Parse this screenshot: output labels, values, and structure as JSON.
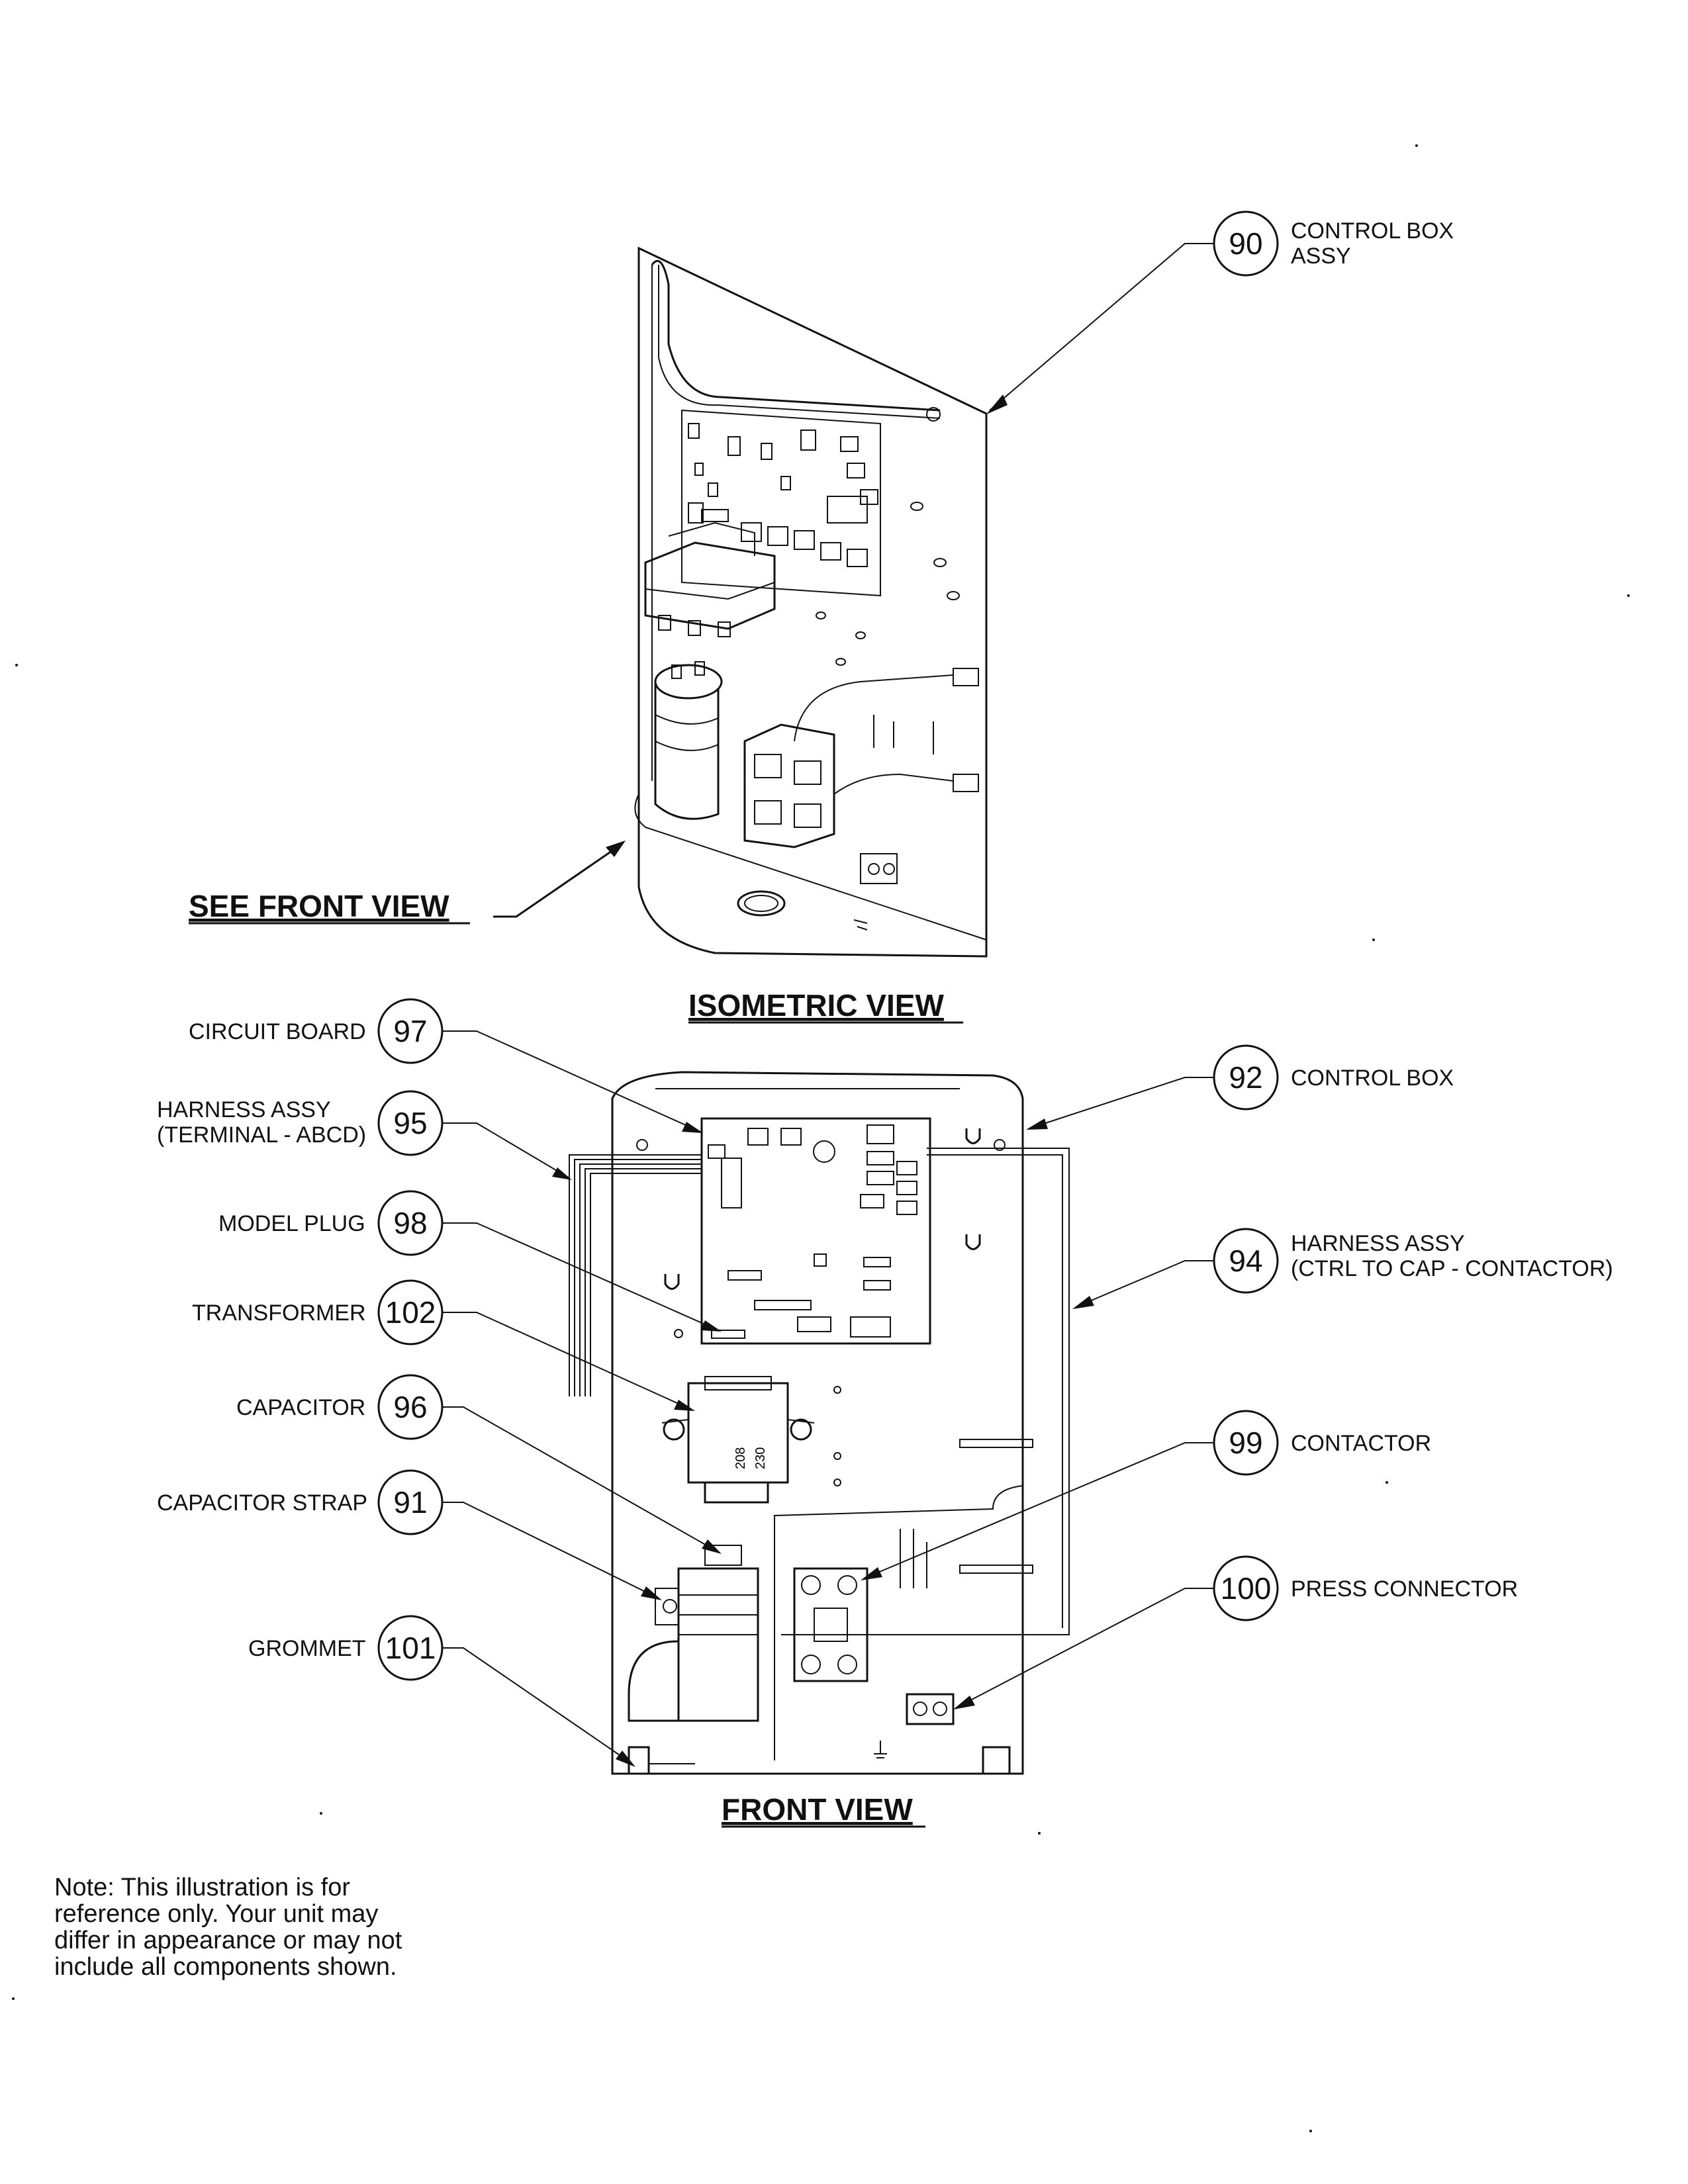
{
  "views": {
    "isometric_title": "ISOMETRIC VIEW",
    "front_title": "FRONT VIEW",
    "see_front_view": "SEE FRONT VIEW"
  },
  "callouts": [
    {
      "num": "90",
      "label_lines": [
        "CONTROL BOX",
        "ASSY"
      ]
    },
    {
      "num": "97",
      "label_lines": [
        "CIRCUIT BOARD"
      ]
    },
    {
      "num": "95",
      "label_lines": [
        "HARNESS ASSY",
        "(TERMINAL - ABCD)"
      ]
    },
    {
      "num": "98",
      "label_lines": [
        "MODEL PLUG"
      ]
    },
    {
      "num": "102",
      "label_lines": [
        "TRANSFORMER"
      ]
    },
    {
      "num": "96",
      "label_lines": [
        "CAPACITOR"
      ]
    },
    {
      "num": "91",
      "label_lines": [
        "CAPACITOR STRAP"
      ]
    },
    {
      "num": "101",
      "label_lines": [
        "GROMMET"
      ]
    },
    {
      "num": "92",
      "label_lines": [
        "CONTROL BOX"
      ]
    },
    {
      "num": "94",
      "label_lines": [
        "HARNESS ASSY",
        "(CTRL TO CAP - CONTACTOR)"
      ]
    },
    {
      "num": "99",
      "label_lines": [
        "CONTACTOR"
      ]
    },
    {
      "num": "100",
      "label_lines": [
        "PRESS CONNECTOR"
      ]
    }
  ],
  "note": {
    "lines": [
      "Note: This illustration is for",
      "reference only. Your unit may",
      "differ in appearance or may not",
      "include all components shown."
    ]
  },
  "transformer_marks": [
    "208",
    "230"
  ]
}
